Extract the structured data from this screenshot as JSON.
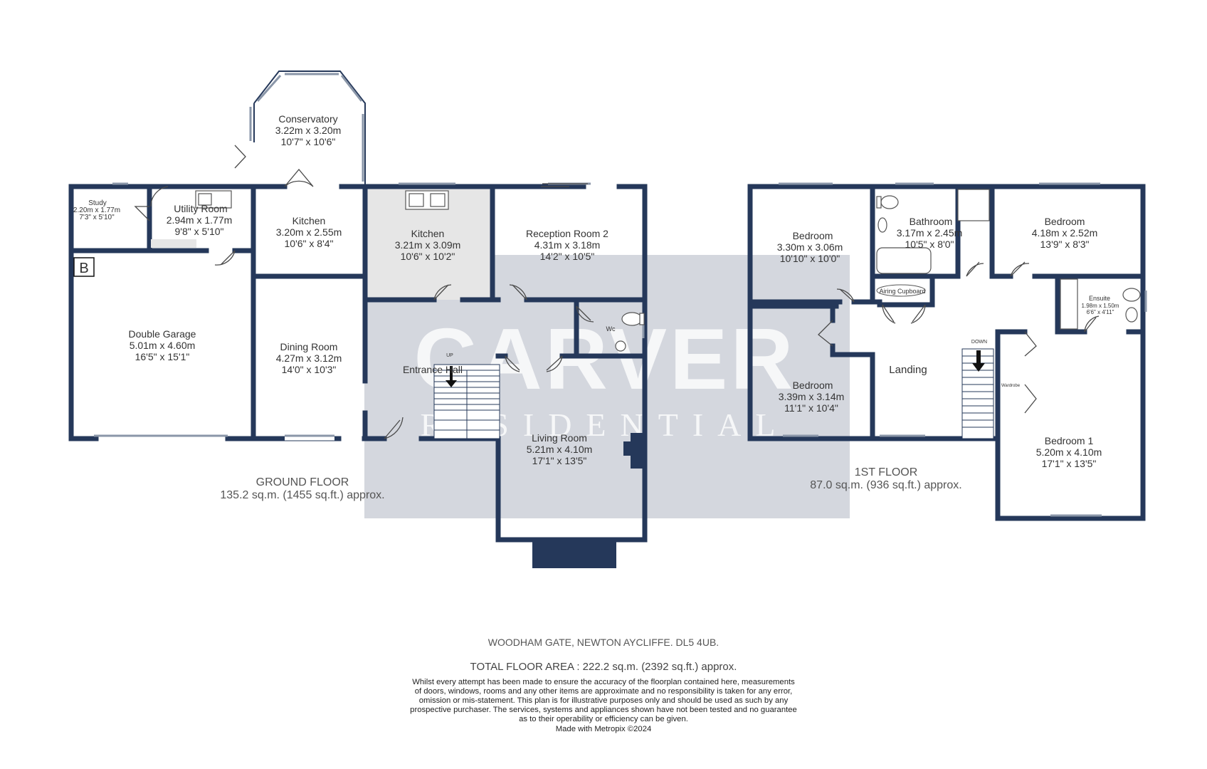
{
  "watermark": {
    "line1": "CARVER",
    "line2": "RESIDENTIAL"
  },
  "floors": [
    {
      "name": "GROUND FLOOR",
      "area": "135.2 sq.m. (1455 sq.ft.) approx."
    },
    {
      "name": "1ST FLOOR",
      "area": "87.0 sq.m. (936 sq.ft.) approx."
    }
  ],
  "rooms": {
    "conservatory": {
      "name": "Conservatory",
      "metric": "3.22m  x 3.20m",
      "imperial": "10'7\"  x 10'6\""
    },
    "study": {
      "name": "Study",
      "metric": "2.20m  x 1.77m",
      "imperial": "7'3\"  x 5'10\""
    },
    "utility": {
      "name": "Utility Room",
      "metric": "2.94m  x 1.77m",
      "imperial": "9'8\"  x 5'10\""
    },
    "kitchen_a": {
      "name": "Kitchen",
      "metric": "3.20m  x 2.55m",
      "imperial": "10'6\"  x 8'4\""
    },
    "kitchen_b": {
      "name": "Kitchen",
      "metric": "3.21m  x 3.09m",
      "imperial": "10'6\"  x 10'2\""
    },
    "reception2": {
      "name": "Reception Room 2",
      "metric": "4.31m  x 3.18m",
      "imperial": "14'2\"  x 10'5\""
    },
    "garage": {
      "name": "Double Garage",
      "metric": "5.01m  x 4.60m",
      "imperial": "16'5\"  x 15'1\""
    },
    "dining": {
      "name": "Dining Room",
      "metric": "4.27m  x 3.12m",
      "imperial": "14'0\"  x 10'3\""
    },
    "entrance": {
      "name": "Entrance Hall"
    },
    "wc": {
      "name": "Wc"
    },
    "living": {
      "name": "Living Room",
      "metric": "5.21m  x 4.10m",
      "imperial": "17'1\"  x 13'5\""
    },
    "bedroom_nw": {
      "name": "Bedroom",
      "metric": "3.30m  x 3.06m",
      "imperial": "10'10\"  x 10'0\""
    },
    "bathroom": {
      "name": "Bathroom",
      "metric": "3.17m  x 2.45m",
      "imperial": "10'5\"  x 8'0\""
    },
    "bedroom_ne": {
      "name": "Bedroom",
      "metric": "4.18m  x 2.52m",
      "imperial": "13'9\"  x 8'3\""
    },
    "airing": {
      "name": "Airing Cupboard"
    },
    "ensuite": {
      "name": "Ensuite",
      "metric": "1.98m  x 1.50m",
      "imperial": "6'6\"  x 4'11\""
    },
    "bedroom_sw": {
      "name": "Bedroom",
      "metric": "3.39m  x 3.14m",
      "imperial": "11'1\"  x 10'4\""
    },
    "landing": {
      "name": "Landing"
    },
    "wardrobe": {
      "name": "Wardrobe"
    },
    "bedroom1": {
      "name": "Bedroom 1",
      "metric": "5.20m  x 4.10m",
      "imperial": "17'1\"  x 13'5\""
    }
  },
  "markers": {
    "boiler": "B",
    "stairs_up": "UP",
    "stairs_down": "DOWN"
  },
  "footer": {
    "address": "WOODHAM GATE, NEWTON AYCLIFFE. DL5 4UB.",
    "total": "TOTAL FLOOR AREA : 222.2 sq.m. (2392 sq.ft.) approx.",
    "disclaimer": [
      "Whilst every attempt has been made to ensure the accuracy of the floorplan contained here, measurements",
      "of doors, windows, rooms and any other items are approximate and no responsibility is taken for any error,",
      "omission or mis-statement. This plan is for illustrative purposes only and should be used as such by any",
      "prospective purchaser. The services, systems and appliances shown have not been tested and no guarantee",
      "as to their operability or efficiency can be given."
    ],
    "credit": "Made with Metropix ©2024"
  },
  "colors": {
    "wall": "#25385a",
    "watermark_box": "#c6cad3",
    "shade": "#e6e6e6"
  }
}
